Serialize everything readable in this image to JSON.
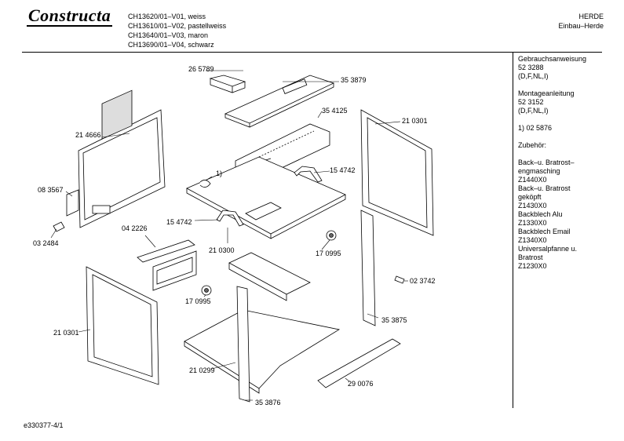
{
  "header": {
    "brand": "Constructa",
    "models": [
      "CH13620/01–V01, weiss",
      "CH13610/01–V02, pastellweiss",
      "CH13640/01–V03, maron",
      "CH13690/01–V04, schwarz"
    ],
    "product_line1": "HERDE",
    "product_line2": "Einbau–Herde"
  },
  "sidebar": {
    "text": "Gebrauchsanweisung\n52 3288\n(D,F,NL,I)\n\nMontageanleitung\n52 3152\n(D,F,NL,I)\n\n1) 02 5876\n\nZubehör:\n\nBack–u. Bratrost–\nengmasching\nZ1440X0\nBack–u. Bratrost\ngeköpft\nZ1430X0\nBackblech Alu\nZ1330X0\nBackblech Email\nZ1340X0\nUniversalpfanne u.\nBratrost\nZ1230X0"
  },
  "parts": {
    "p265789": "26 5789",
    "p353879": "35 3879",
    "p354125": "35 4125",
    "p210301a": "21 0301",
    "p214666": "21 4666",
    "p083567": "08 3567",
    "p032484": "03 2484",
    "p042226": "04 2226",
    "p154742a": "15 4742",
    "p154742b": "15 4742",
    "p1note": "1)",
    "p210300": "21 0300",
    "p170995a": "17 0995",
    "p170995b": "17 0995",
    "p023742": "02 3742",
    "p353875": "35 3875",
    "p210301b": "21 0301",
    "p210299": "21 0299",
    "p290076": "29 0076",
    "p353876": "35 3876"
  },
  "footer": {
    "code": "e330377-4/1"
  }
}
